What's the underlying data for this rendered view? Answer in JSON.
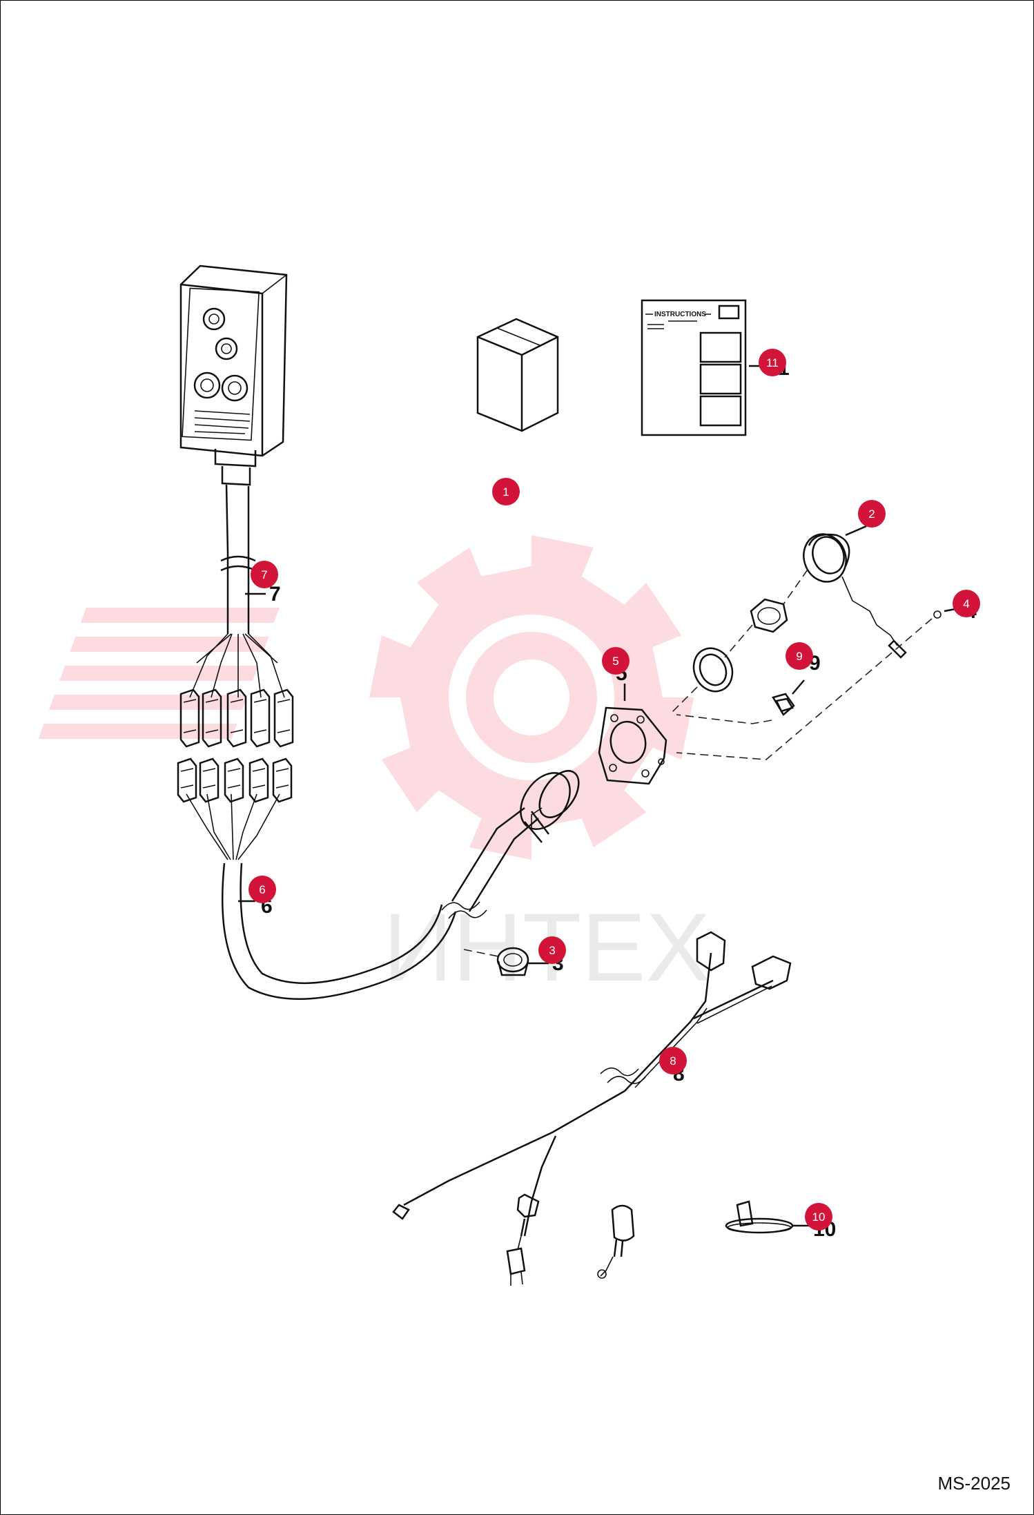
{
  "doc_code": "MS-2025",
  "watermark": {
    "text": "ИНТЕХ",
    "color": "#e8223b"
  },
  "instruction_sheet": {
    "heading": "INSTRUCTIONS"
  },
  "callout_color": "#d3143a",
  "callouts": [
    {
      "id": "1",
      "label": "1"
    },
    {
      "id": "2",
      "label": "2"
    },
    {
      "id": "3",
      "label": "3"
    },
    {
      "id": "4",
      "label": "4"
    },
    {
      "id": "5",
      "label": "5"
    },
    {
      "id": "6",
      "label": "6"
    },
    {
      "id": "7",
      "label": "7"
    },
    {
      "id": "8",
      "label": "8"
    },
    {
      "id": "9",
      "label": "9"
    },
    {
      "id": "10",
      "label": "10"
    },
    {
      "id": "11",
      "label": "11"
    }
  ],
  "reference_numbers": [
    {
      "id": "7",
      "label": "7"
    },
    {
      "id": "6",
      "label": "6"
    },
    {
      "id": "3",
      "label": "3"
    },
    {
      "id": "5",
      "label": "5"
    },
    {
      "id": "9",
      "label": "9"
    },
    {
      "id": "4",
      "label": "4"
    },
    {
      "id": "8",
      "label": "8"
    },
    {
      "id": "10",
      "label": "10"
    },
    {
      "id": "11",
      "label": "11"
    }
  ]
}
